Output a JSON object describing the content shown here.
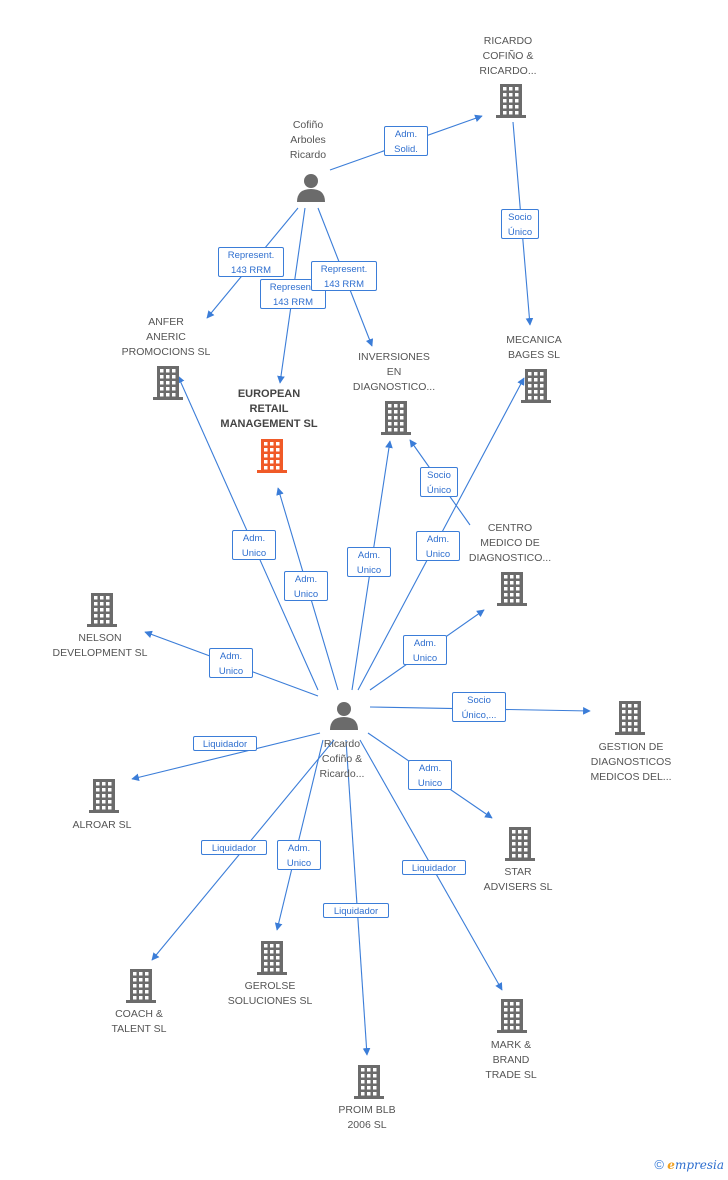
{
  "colors": {
    "edge": "#3b7dd8",
    "company": "#6b6b6b",
    "focus": "#f05a28",
    "person": "#6b6b6b"
  },
  "nodes": [
    {
      "id": "ricardo_cofino_arboles",
      "type": "person",
      "label": "Cofiño\nArboles\nRicardo"
    },
    {
      "id": "ricardo_cofino_ricardo_co",
      "type": "company",
      "label": "RICARDO\nCOFIÑO &\nRICARDO..."
    },
    {
      "id": "anfer",
      "type": "company",
      "label": "ANFER\nANERIC\nPROMOCIONS SL"
    },
    {
      "id": "european",
      "type": "focus",
      "label": "EUROPEAN\nRETAIL\nMANAGEMENT SL"
    },
    {
      "id": "inversiones",
      "type": "company",
      "label": "INVERSIONES\nEN\nDIAGNOSTICO..."
    },
    {
      "id": "mecanica",
      "type": "company",
      "label": "MECANICA\nBAGES SL"
    },
    {
      "id": "centro",
      "type": "company",
      "label": "CENTRO\nMEDICO DE\nDIAGNOSTICO..."
    },
    {
      "id": "nelson",
      "type": "company",
      "label": "NELSON\nDEVELOPMENT SL"
    },
    {
      "id": "ricardo_person",
      "type": "person",
      "label": "Ricardo\nCofiño &\nRicardo..."
    },
    {
      "id": "gestion",
      "type": "company",
      "label": "GESTION DE\nDIAGNOSTICOS\nMEDICOS DEL..."
    },
    {
      "id": "alroar",
      "type": "company",
      "label": "ALROAR SL"
    },
    {
      "id": "star",
      "type": "company",
      "label": "STAR\nADVISERS SL"
    },
    {
      "id": "coach",
      "type": "company",
      "label": "COACH &\nTALENT SL"
    },
    {
      "id": "gerolse",
      "type": "company",
      "label": "GEROLSE\nSOLUCIONES SL"
    },
    {
      "id": "mark",
      "type": "company",
      "label": "MARK &\nBRAND\nTRADE SL"
    },
    {
      "id": "proim",
      "type": "company",
      "label": "PROIM BLB\n2006 SL"
    }
  ],
  "edges": [
    {
      "from": "ricardo_cofino_arboles",
      "to": "ricardo_cofino_ricardo_co",
      "label": "Adm.\nSolid."
    },
    {
      "from": "ricardo_cofino_ricardo_co",
      "to": "mecanica",
      "label": "Socio\nÚnico"
    },
    {
      "from": "ricardo_cofino_arboles",
      "to": "anfer",
      "label": "Represent.\n143 RRM"
    },
    {
      "from": "ricardo_cofino_arboles",
      "to": "european",
      "label": "Represent.\n143 RRM"
    },
    {
      "from": "ricardo_cofino_arboles",
      "to": "inversiones",
      "label": "Represent.\n143 RRM"
    },
    {
      "from": "centro",
      "to": "inversiones",
      "label": "Socio\nÚnico"
    },
    {
      "from": "ricardo_person",
      "to": "anfer",
      "label": "Adm.\nUnico"
    },
    {
      "from": "ricardo_person",
      "to": "european",
      "label": "Adm.\nUnico"
    },
    {
      "from": "ricardo_person",
      "to": "inversiones",
      "label": "Adm.\nUnico"
    },
    {
      "from": "ricardo_person",
      "to": "mecanica",
      "label": "Adm.\nUnico"
    },
    {
      "from": "ricardo_person",
      "to": "centro",
      "label": "Adm.\nUnico"
    },
    {
      "from": "ricardo_person",
      "to": "nelson",
      "label": "Adm.\nUnico"
    },
    {
      "from": "ricardo_person",
      "to": "gestion",
      "label": "Socio\nÚnico,..."
    },
    {
      "from": "ricardo_person",
      "to": "alroar",
      "label": "Liquidador"
    },
    {
      "from": "ricardo_person",
      "to": "star",
      "label": "Adm.\nUnico"
    },
    {
      "from": "ricardo_person",
      "to": "coach",
      "label": "Liquidador"
    },
    {
      "from": "ricardo_person",
      "to": "gerolse",
      "label": "Adm.\nUnico"
    },
    {
      "from": "ricardo_person",
      "to": "proim",
      "label": "Liquidador"
    },
    {
      "from": "ricardo_person",
      "to": "mark",
      "label": "Liquidador"
    }
  ],
  "footer": {
    "copyright": "©",
    "brand_e": "e",
    "brand_rest": "mpresia"
  }
}
